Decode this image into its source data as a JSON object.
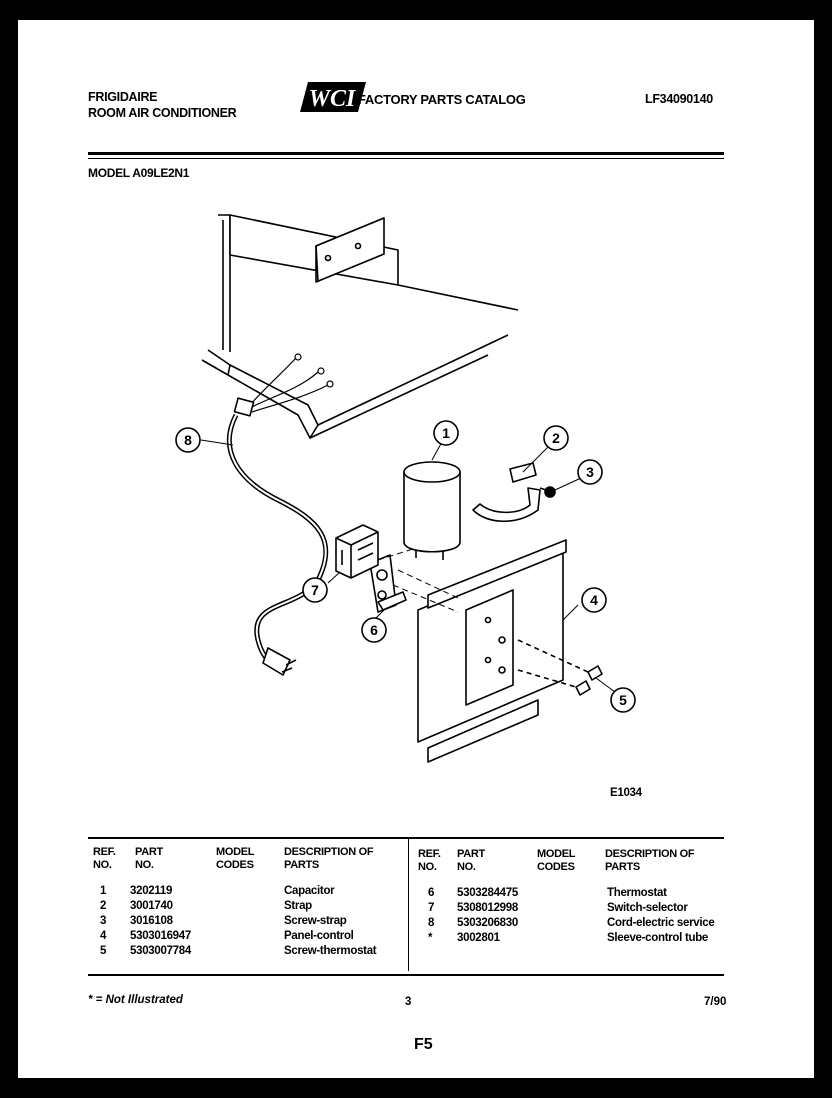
{
  "header": {
    "brand": "FRIGIDAIRE",
    "product": "ROOM AIR CONDITIONER",
    "logo_text": "WCI",
    "catalog_title": "FACTORY PARTS CATALOG",
    "catalog_number": "LF34090140",
    "model_line": "MODEL A09LE2N1"
  },
  "diagram": {
    "figure_code": "E1034",
    "callouts": [
      "1",
      "2",
      "3",
      "4",
      "5",
      "6",
      "7",
      "8"
    ]
  },
  "table": {
    "headers_left": {
      "ref_no": "REF. NO.",
      "part_no": "PART NO.",
      "model_codes": "MODEL CODES",
      "description": "DESCRIPTION OF PARTS"
    },
    "headers_right": {
      "ref_no": "REF. NO.",
      "part_no": "PART NO.",
      "model_codes": "MODEL CODES",
      "description": "DESCRIPTION OF PARTS"
    },
    "rows_left": [
      {
        "ref": "1",
        "part": "3202119",
        "codes": "",
        "desc": "Capacitor"
      },
      {
        "ref": "2",
        "part": "3001740",
        "codes": "",
        "desc": "Strap"
      },
      {
        "ref": "3",
        "part": "3016108",
        "codes": "",
        "desc": "Screw-strap"
      },
      {
        "ref": "4",
        "part": "5303016947",
        "codes": "",
        "desc": "Panel-control"
      },
      {
        "ref": "5",
        "part": "5303007784",
        "codes": "",
        "desc": "Screw-thermostat"
      }
    ],
    "rows_right": [
      {
        "ref": "6",
        "part": "5303284475",
        "codes": "",
        "desc": "Thermostat"
      },
      {
        "ref": "7",
        "part": "5308012998",
        "codes": "",
        "desc": "Switch-selector"
      },
      {
        "ref": "8",
        "part": "5303206830",
        "codes": "",
        "desc": "Cord-electric service"
      },
      {
        "ref": "*",
        "part": "3002801",
        "codes": "",
        "desc": "Sleeve-control tube"
      }
    ]
  },
  "footer": {
    "note": "* = Not Illustrated",
    "page": "3",
    "date": "7/90",
    "section": "F5"
  }
}
